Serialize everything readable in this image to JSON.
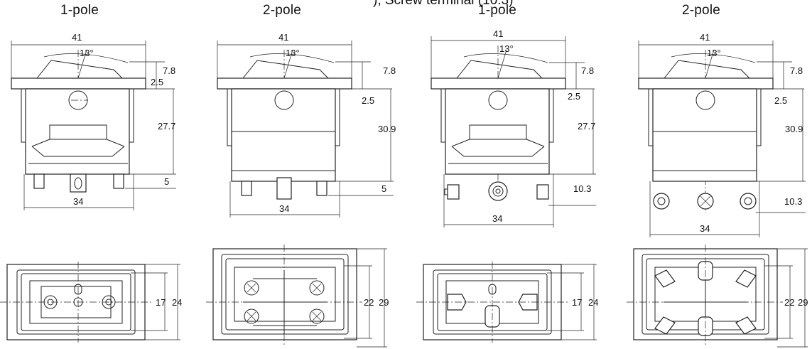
{
  "header": {
    "partial_text": "), Screw terminal (10.3)"
  },
  "variants": [
    {
      "title": "1-pole",
      "top_width": "41",
      "angle": "13°",
      "dim_top": "7.8",
      "dim_gap": "2.5",
      "dim_height": "27.7",
      "dim_terminal": "5",
      "dim_bottom_width": "34",
      "bottom_inner": "17",
      "bottom_outer": "24"
    },
    {
      "title": "2-pole",
      "top_width": "41",
      "angle": "13°",
      "dim_top": "7.8",
      "dim_gap": "2.5",
      "dim_height": "30.9",
      "dim_terminal": "5",
      "dim_bottom_width": "34",
      "bottom_inner": "22",
      "bottom_outer": "29"
    },
    {
      "title": "1-pole",
      "top_width": "41",
      "angle": "13°",
      "dim_top": "7.8",
      "dim_gap": "2.5",
      "dim_height": "27.7",
      "dim_terminal": "10.3",
      "dim_bottom_width": "34",
      "bottom_inner": "17",
      "bottom_outer": "24"
    },
    {
      "title": "2-pole",
      "top_width": "41",
      "angle": "13°",
      "dim_top": "7.8",
      "dim_gap": "2.5",
      "dim_height": "30.9",
      "dim_terminal": "10.3",
      "dim_bottom_width": "34",
      "bottom_inner": "22",
      "bottom_outer": "29"
    }
  ]
}
